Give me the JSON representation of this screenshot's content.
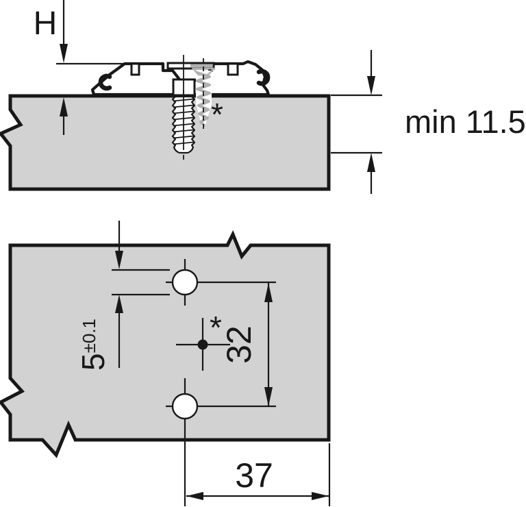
{
  "diagram": {
    "side_view": {
      "height_label": "H",
      "min_depth_label": "min 11.5",
      "asterisk": "*"
    },
    "plan_view": {
      "hole_diameter": "5",
      "hole_tolerance": "±0.1",
      "system_spacing": "32",
      "edge_distance": "37",
      "asterisk": "*"
    },
    "colors": {
      "panel_fill": "#d2d2d2",
      "line": "#181818",
      "phantom_gray": "#b0b0b0",
      "background": "#ffffff"
    }
  }
}
